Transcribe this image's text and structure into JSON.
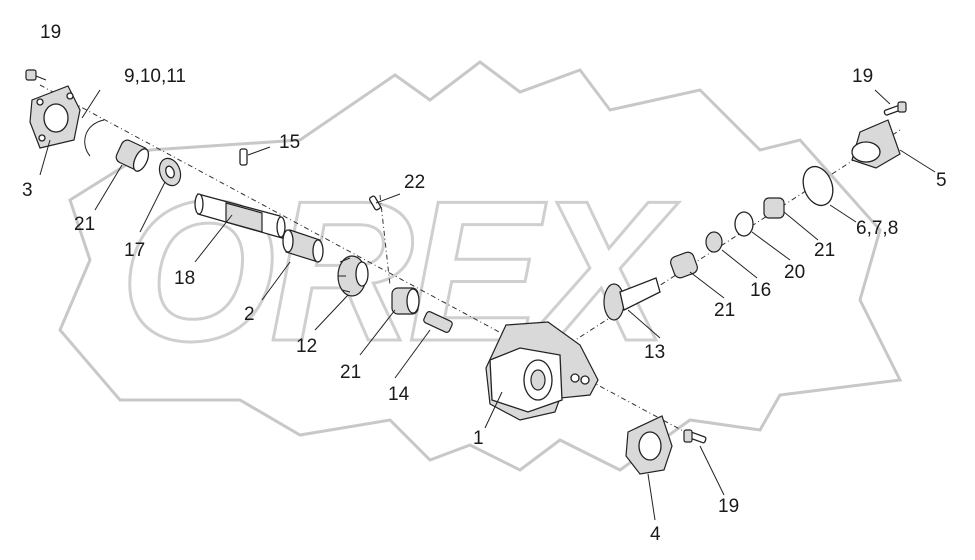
{
  "watermark": {
    "text": "OREX"
  },
  "labels": {
    "p19a": "19",
    "p9_10_11": "9,10,11",
    "p3": "3",
    "p21a": "21",
    "p17": "17",
    "p18": "18",
    "p15": "15",
    "p2": "2",
    "p22": "22",
    "p12": "12",
    "p21b": "21",
    "p14": "14",
    "p1": "1",
    "p4": "4",
    "p19b": "19",
    "p13": "13",
    "p21c": "21",
    "p16": "16",
    "p20": "20",
    "p21d": "21",
    "p6_7_8": "6,7,8",
    "p5": "5",
    "p19c": "19"
  }
}
